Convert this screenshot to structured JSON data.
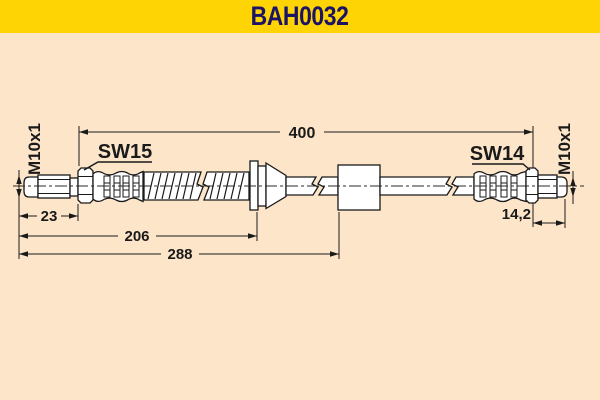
{
  "header": {
    "title": "BAH0032"
  },
  "drawing": {
    "thread_left": "M10x1",
    "thread_right": "M10x1",
    "wrench_left": "SW15",
    "wrench_right": "SW14",
    "dim_overall": "400",
    "dim_left_fitting": "23",
    "dim_thread_to_grommet": "206",
    "dim_thread_to_block": "288",
    "dim_right_fitting": "14,2"
  },
  "colors": {
    "header_bg": "#FFD405",
    "title_text": "#1B1464",
    "page_bg": "#FCE5C8",
    "line": "#1A1A1A",
    "part_fill": "#FFFFFF"
  }
}
